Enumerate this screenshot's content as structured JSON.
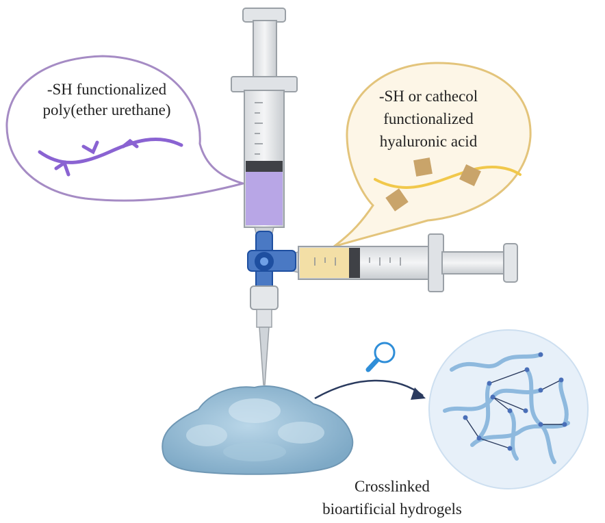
{
  "labels": {
    "peu": [
      "-SH functionalized",
      "poly(ether urethane)"
    ],
    "ha": [
      "-SH or cathecol",
      "functionalized",
      "hyaluronic acid"
    ],
    "hydrogel": [
      "Crosslinked",
      "bioartificial hydrogels"
    ]
  },
  "colors": {
    "peu_bubble_stroke": "#a58bc4",
    "peu_polymer": "#8a63d2",
    "ha_bubble_stroke": "#e3c47b",
    "ha_polymer": "#f1c84b",
    "catechol_square": "#c9a46a",
    "hydrogel_blob": "#8fb8d3",
    "network": "#6d9fcf",
    "arrow": "#2a3a5e",
    "magnifier": "#2f8ed8",
    "stopcock": "#1e4fa0"
  }
}
